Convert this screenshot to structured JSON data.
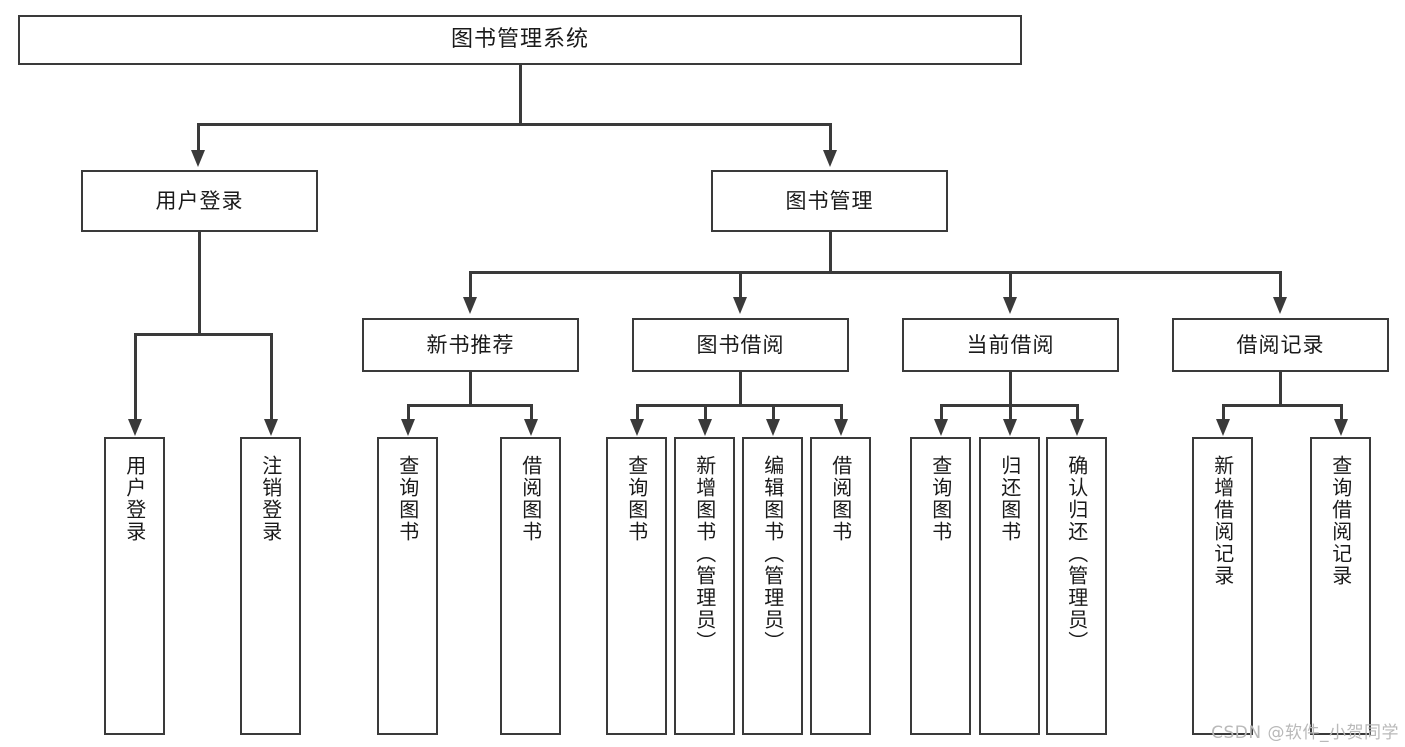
{
  "diagram": {
    "title": "图书管理系统",
    "type": "tree",
    "watermark": "CSDN @软件_小贺同学",
    "colors": {
      "background": "#ffffff",
      "box_fill": "#ffffff",
      "box_stroke": "#3a3a3a",
      "text": "#1a1a1a",
      "watermark": "#b9b9b9"
    }
  },
  "nodes": {
    "root": {
      "label": "图书管理系统"
    },
    "level2": [
      {
        "label": "用户登录"
      },
      {
        "label": "图书管理"
      }
    ],
    "level3": [
      {
        "label": "新书推荐"
      },
      {
        "label": "图书借阅"
      },
      {
        "label": "当前借阅"
      },
      {
        "label": "借阅记录"
      }
    ],
    "leaves": {
      "user_login": [
        {
          "label": "用户登录"
        },
        {
          "label": "注销登录"
        }
      ],
      "new_book_recommend": [
        {
          "label": "查询图书"
        },
        {
          "label": "借阅图书"
        }
      ],
      "book_borrow": [
        {
          "label": "查询图书"
        },
        {
          "label": "新增图书（管理员）"
        },
        {
          "label": "编辑图书（管理员）"
        },
        {
          "label": "借阅图书"
        }
      ],
      "current_borrow": [
        {
          "label": "查询图书"
        },
        {
          "label": "归还图书"
        },
        {
          "label": "确认归还（管理员）"
        }
      ],
      "borrow_record": [
        {
          "label": "新增借阅记录"
        },
        {
          "label": "查询借阅记录"
        }
      ]
    }
  }
}
